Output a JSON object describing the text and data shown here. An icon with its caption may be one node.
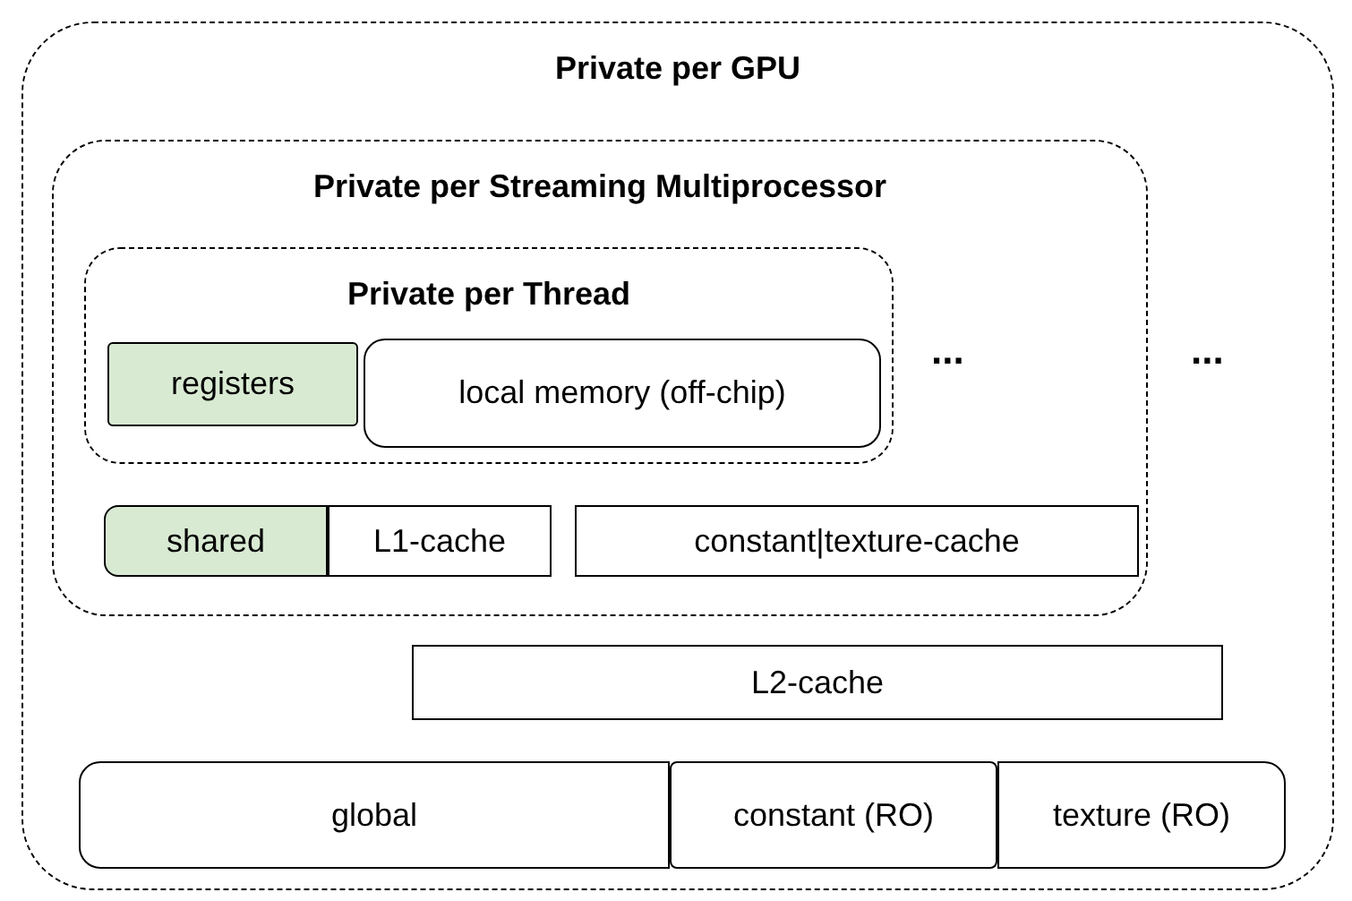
{
  "diagram": {
    "nodes": [
      {
        "text": [
          "Private per GPU"
        ]
      },
      {
        "text": [
          "Private per Streaming Multiprocessor"
        ],
        "in": 0
      },
      {
        "text": [
          "Private per Thread"
        ],
        "in": 1
      },
      {
        "text": [
          "registers"
        ],
        "in": 2
      },
      {
        "text": [
          "local memory (off-chip)"
        ],
        "in": 2
      },
      {
        "text": [
          "shared"
        ],
        "in": 1
      },
      {
        "text": [
          "L1-cache"
        ],
        "in": 1
      },
      {
        "text": [
          "constant|texture-cache"
        ],
        "in": 1
      },
      {
        "text": [
          "L2-cache"
        ],
        "in": 0
      },
      {
        "text": [
          "global"
        ],
        "in": 0
      },
      {
        "text": [
          "constant (RO)"
        ],
        "in": 0
      },
      {
        "text": [
          "texture (RO)"
        ],
        "in": 0
      }
    ],
    "labels": [
      "...",
      "..."
    ]
  }
}
